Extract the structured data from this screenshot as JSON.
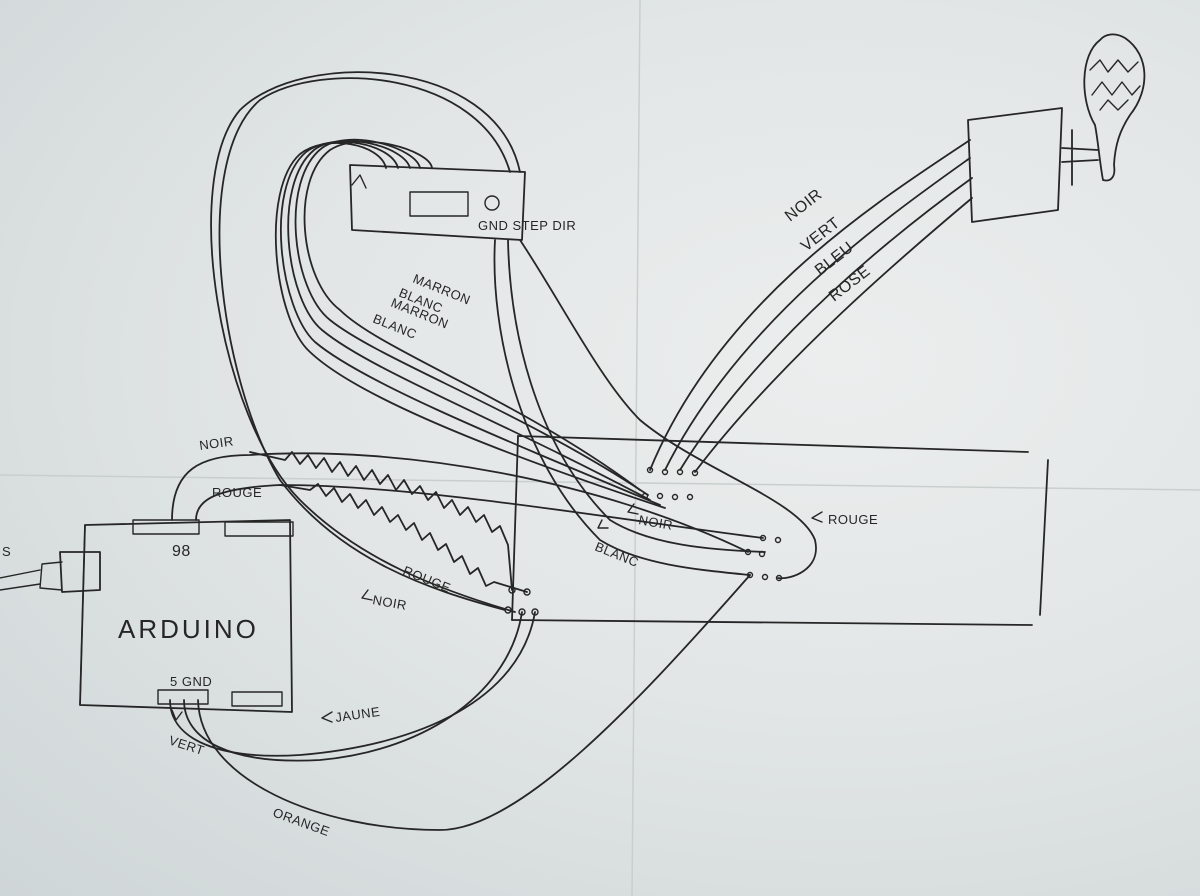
{
  "labels": {
    "arduino": "ARDUINO",
    "pin_98": "98",
    "pin_5_gnd": "5 GND",
    "gnd_step_dir": "GND STEP DIR",
    "marron_1": "MARRON",
    "blanc_1": "BLANC",
    "marron_2": "MARRON",
    "blanc_2": "BLANC",
    "noir_top": "NOIR",
    "vert_top": "VERT",
    "bleu_top": "BLEU",
    "rose_top": "ROSE",
    "noir_left": "NOIR",
    "rouge_left": "ROUGE",
    "rouge_mid": "ROUGE",
    "noir_mid": "NOIR",
    "noir_board": "NOIR",
    "blanc_board": "BLANC",
    "rouge_right": "ROUGE",
    "jaune": "JAUNE",
    "vert_bottom": "VERT",
    "orange": "ORANGE",
    "usb_fragment": "S"
  }
}
